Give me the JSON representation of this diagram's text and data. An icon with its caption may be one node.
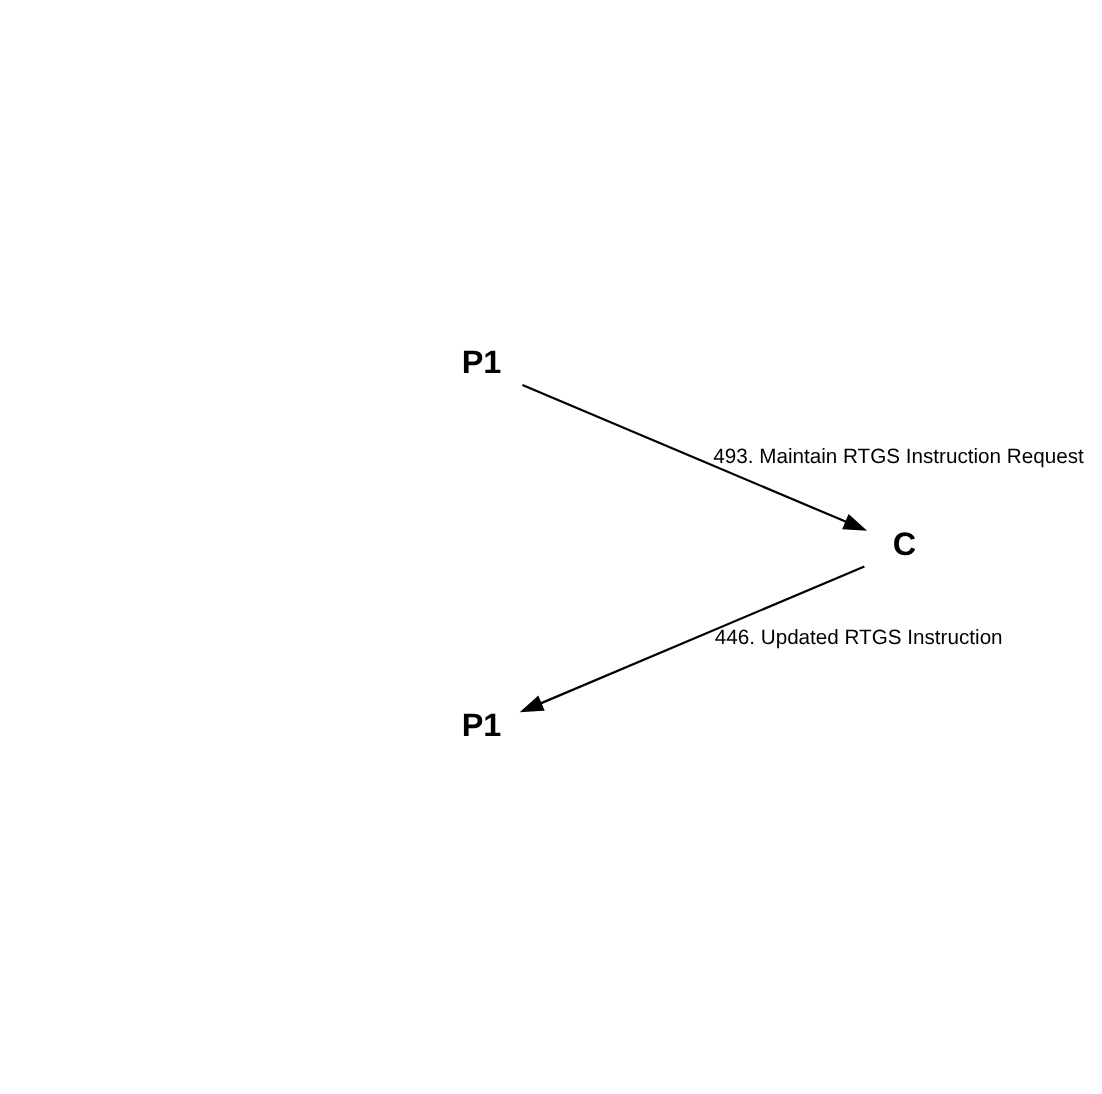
{
  "diagram": {
    "nodes": [
      {
        "text": [
          "P1"
        ]
      },
      {
        "text": [
          "C"
        ]
      },
      {
        "text": [
          "P1"
        ]
      }
    ],
    "edges": [
      {
        "from": 0,
        "to": 1,
        "arrow": "to",
        "label": "493. Maintain RTGS Instruction Request"
      },
      {
        "from": 1,
        "to": 2,
        "arrow": "to",
        "label": "446. Updated RTGS Instruction"
      }
    ]
  }
}
